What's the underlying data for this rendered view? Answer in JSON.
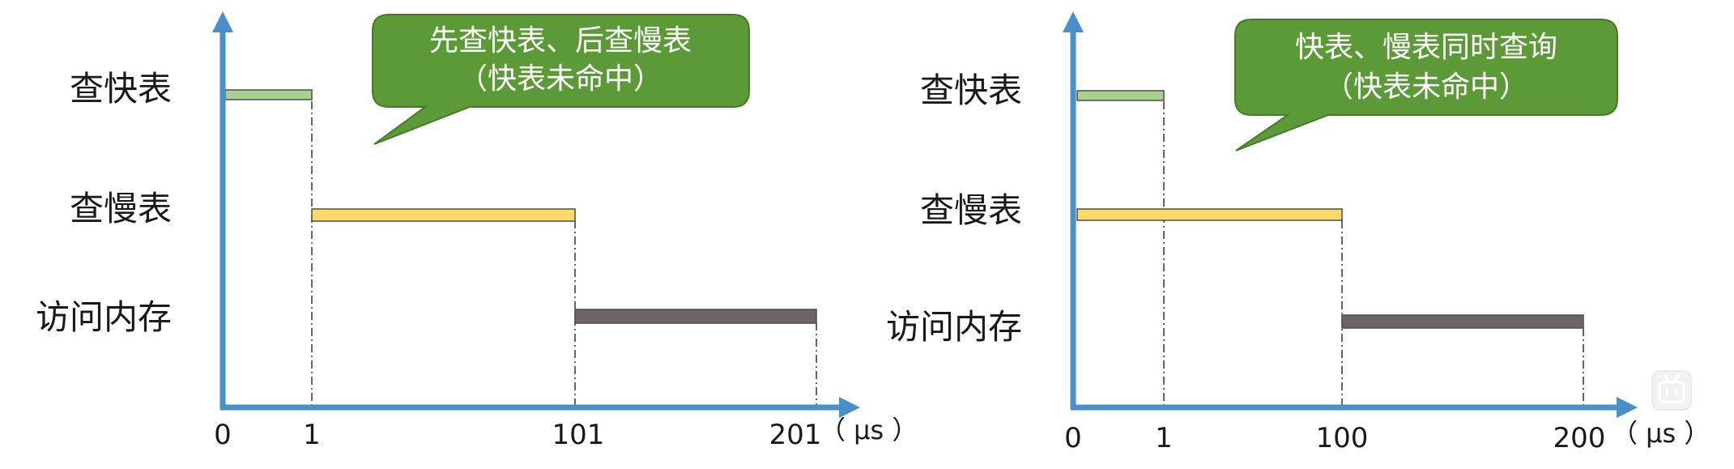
{
  "panels": [
    {
      "id": "left",
      "rows": [
        "查快表",
        "查慢表",
        "访问内存"
      ],
      "ticks": [
        {
          "label": "0",
          "value": 0
        },
        {
          "label": "1",
          "value": 1
        },
        {
          "label": "101",
          "value": 101
        },
        {
          "label": "201",
          "value": 201
        }
      ],
      "unit": "（ μs ）",
      "callout": {
        "line1": "先查快表、后查慢表",
        "line2": "（快表未命中）"
      },
      "bars": [
        {
          "row": 0,
          "start": 0,
          "end": 1,
          "color": "#a9d18e"
        },
        {
          "row": 1,
          "start": 1,
          "end": 101,
          "color": "#ffd966"
        },
        {
          "row": 2,
          "start": 101,
          "end": 201,
          "color": "#6e6466"
        }
      ]
    },
    {
      "id": "right",
      "rows": [
        "查快表",
        "查慢表",
        "访问内存"
      ],
      "ticks": [
        {
          "label": "0",
          "value": 0
        },
        {
          "label": "1",
          "value": 1
        },
        {
          "label": "100",
          "value": 100
        },
        {
          "label": "200",
          "value": 200
        }
      ],
      "unit": "（ μs ）",
      "callout": {
        "line1": "快表、慢表同时查询",
        "line2": "（快表未命中）"
      },
      "bars": [
        {
          "row": 0,
          "start": 0,
          "end": 1,
          "color": "#a9d18e"
        },
        {
          "row": 1,
          "start": 0,
          "end": 100,
          "color": "#ffd966"
        },
        {
          "row": 2,
          "start": 100,
          "end": 200,
          "color": "#6e6466"
        }
      ]
    }
  ],
  "colors": {
    "axis": "#4a8fc9",
    "callout_fill": "#5c9a37",
    "callout_text": "#ffffff"
  },
  "icons": [
    "bilibili-watermark-icon"
  ]
}
